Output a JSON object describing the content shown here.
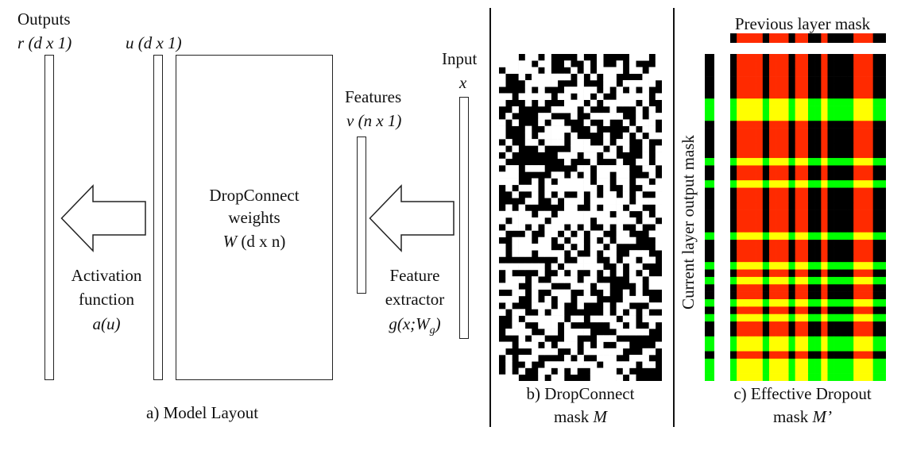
{
  "panel_a": {
    "outputs_title": "Outputs",
    "outputs_var": "r",
    "outputs_dim": "(d x 1)",
    "u_var": "u",
    "u_dim": "(d x 1)",
    "weights_line1": "DropConnect",
    "weights_line2": "weights",
    "weights_var": "W",
    "weights_dim": "(d x n)",
    "features_title": "Features",
    "features_var": "v",
    "features_dim": "(n x 1)",
    "input_title": "Input",
    "input_var": "x",
    "activation_line1": "Activation",
    "activation_line2": "function",
    "activation_expr": "a(u)",
    "extractor_line1": "Feature",
    "extractor_line2": "extractor",
    "extractor_expr": "g(x;W",
    "extractor_sub": "g",
    "extractor_close": ")",
    "caption": "a) Model Layout"
  },
  "panel_b": {
    "caption_line1": "b) DropConnect",
    "caption_line2": "mask",
    "caption_var": "M",
    "colors": {
      "on": "#ffffff",
      "off": "#000000"
    }
  },
  "panel_c": {
    "top_label": "Previous layer mask",
    "side_label": "Current layer output mask",
    "caption_line1": "c) Effective Dropout",
    "caption_line2": "mask",
    "caption_var": "M’",
    "colors": {
      "both": "#ffff00",
      "col_only": "#ff2a00",
      "row_only": "#00ff00",
      "none": "#000000"
    }
  }
}
